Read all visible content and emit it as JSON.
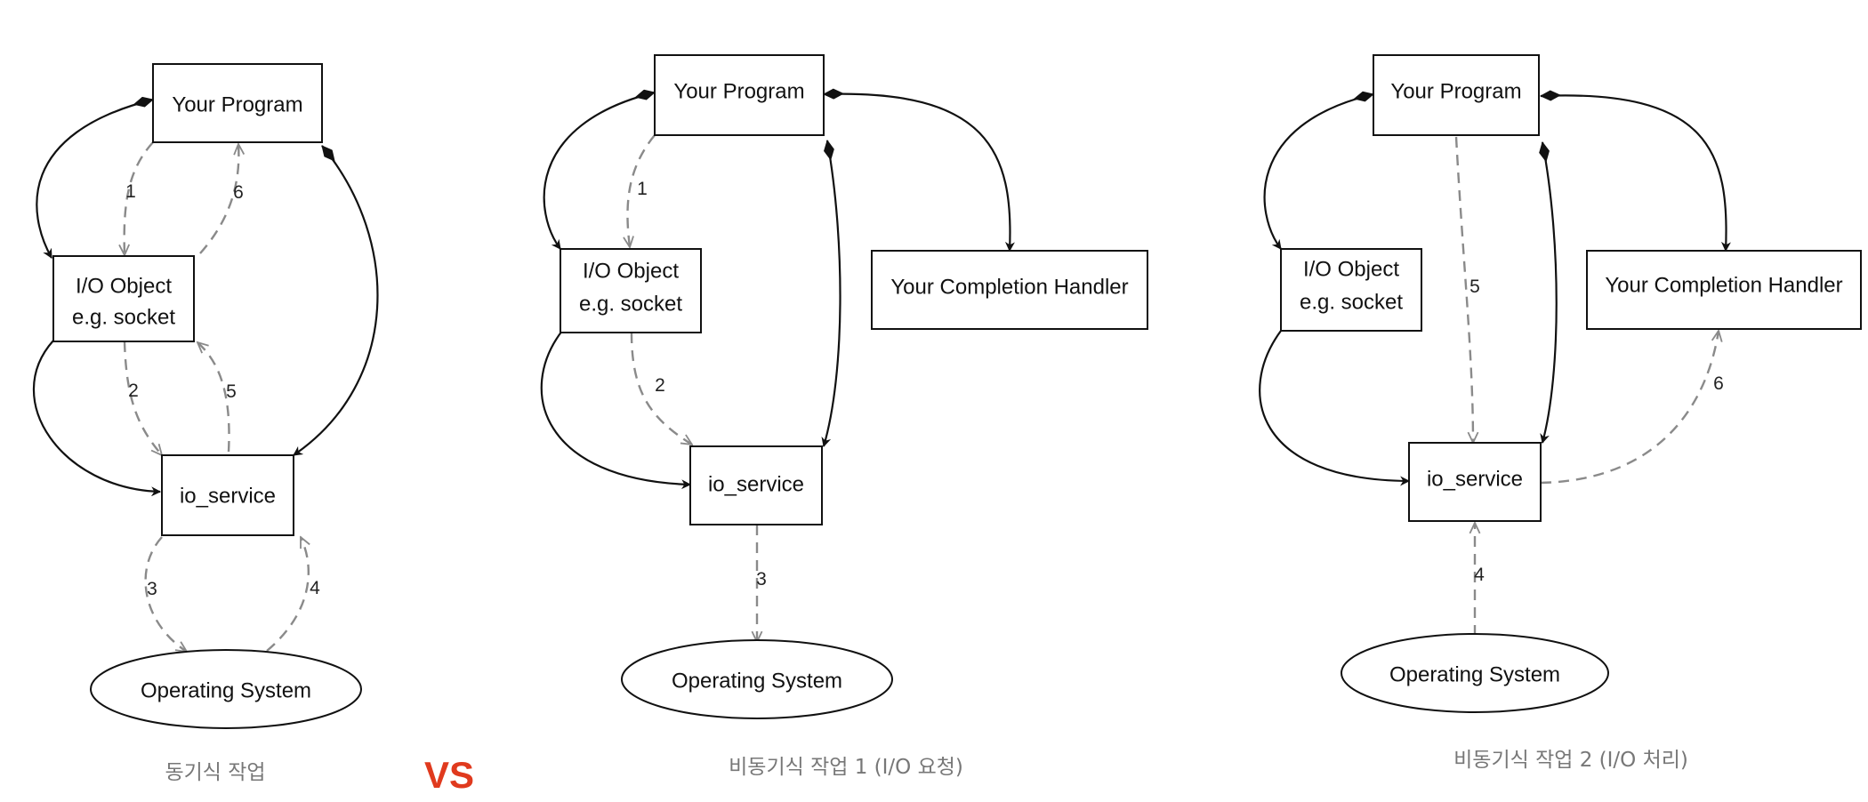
{
  "colors": {
    "solid_edge": "#111111",
    "dashed_edge": "#8a8a8a",
    "caption": "#777777",
    "vs_accent": "#e03a1e"
  },
  "separator": {
    "label": "VS"
  },
  "panels": [
    {
      "caption": "동기식 작업",
      "nodes": {
        "program": "Your Program",
        "io_object": [
          "I/O Object",
          "e.g. socket"
        ],
        "io_service": "io_service",
        "os": "Operating System"
      },
      "steps": [
        "1",
        "2",
        "3",
        "4",
        "5",
        "6"
      ]
    },
    {
      "caption": "비동기식 작업 1 (I/O 요청)",
      "nodes": {
        "program": "Your Program",
        "io_object": [
          "I/O Object",
          "e.g. socket"
        ],
        "handler": "Your Completion Handler",
        "io_service": "io_service",
        "os": "Operating System"
      },
      "steps": [
        "1",
        "2",
        "3"
      ]
    },
    {
      "caption": "비동기식 작업 2 (I/O 처리)",
      "nodes": {
        "program": "Your Program",
        "io_object": [
          "I/O Object",
          "e.g. socket"
        ],
        "handler": "Your Completion Handler",
        "io_service": "io_service",
        "os": "Operating System"
      },
      "steps": [
        "4",
        "5",
        "6"
      ]
    }
  ]
}
